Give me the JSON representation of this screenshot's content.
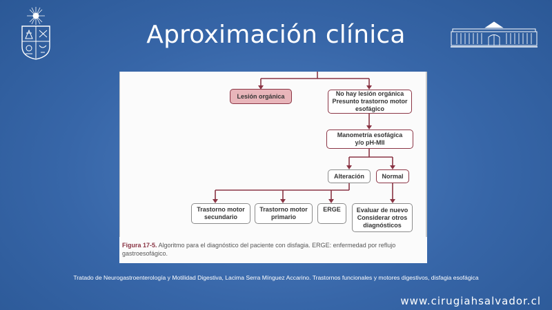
{
  "slide": {
    "title": "Aproximación clínica",
    "reference": "Tratado de Neurogastroenterología y  Motilidad Digestiva, Lacima Serra Mínguez Accarino. Trastornos funcionales y motores digestivos, disfagia esofágica",
    "website": "www.cirugiahsalvador.cl"
  },
  "logos": {
    "left_icon": "university-coat-of-arms-icon",
    "right_icon": "hospital-building-icon"
  },
  "diagram": {
    "nodes": {
      "lesion_organica": "Lesión orgánica",
      "no_lesion": "No hay lesión orgánica\nPresunto trastorno motor\nesofágico",
      "manometria": "Manometría esofágica\ny/o pH-MII",
      "alteracion": "Alteración",
      "normal": "Normal",
      "secundario": "Trastorno motor\nsecundario",
      "primario": "Trastorno motor\nprimario",
      "erge": "ERGE",
      "evaluar": "Evaluar de nuevo\nConsiderar otros\ndiagnósticos"
    },
    "caption_lead": "Figura 17-5.",
    "caption_text": " Algoritmo para el diagnóstico del paciente con disfagia. ERGE: enfermedad por reflujo gastroesofágico."
  },
  "colors": {
    "background": "#3766a8",
    "connector": "#8a3444",
    "highlight_fill": "#e8b5ba"
  }
}
